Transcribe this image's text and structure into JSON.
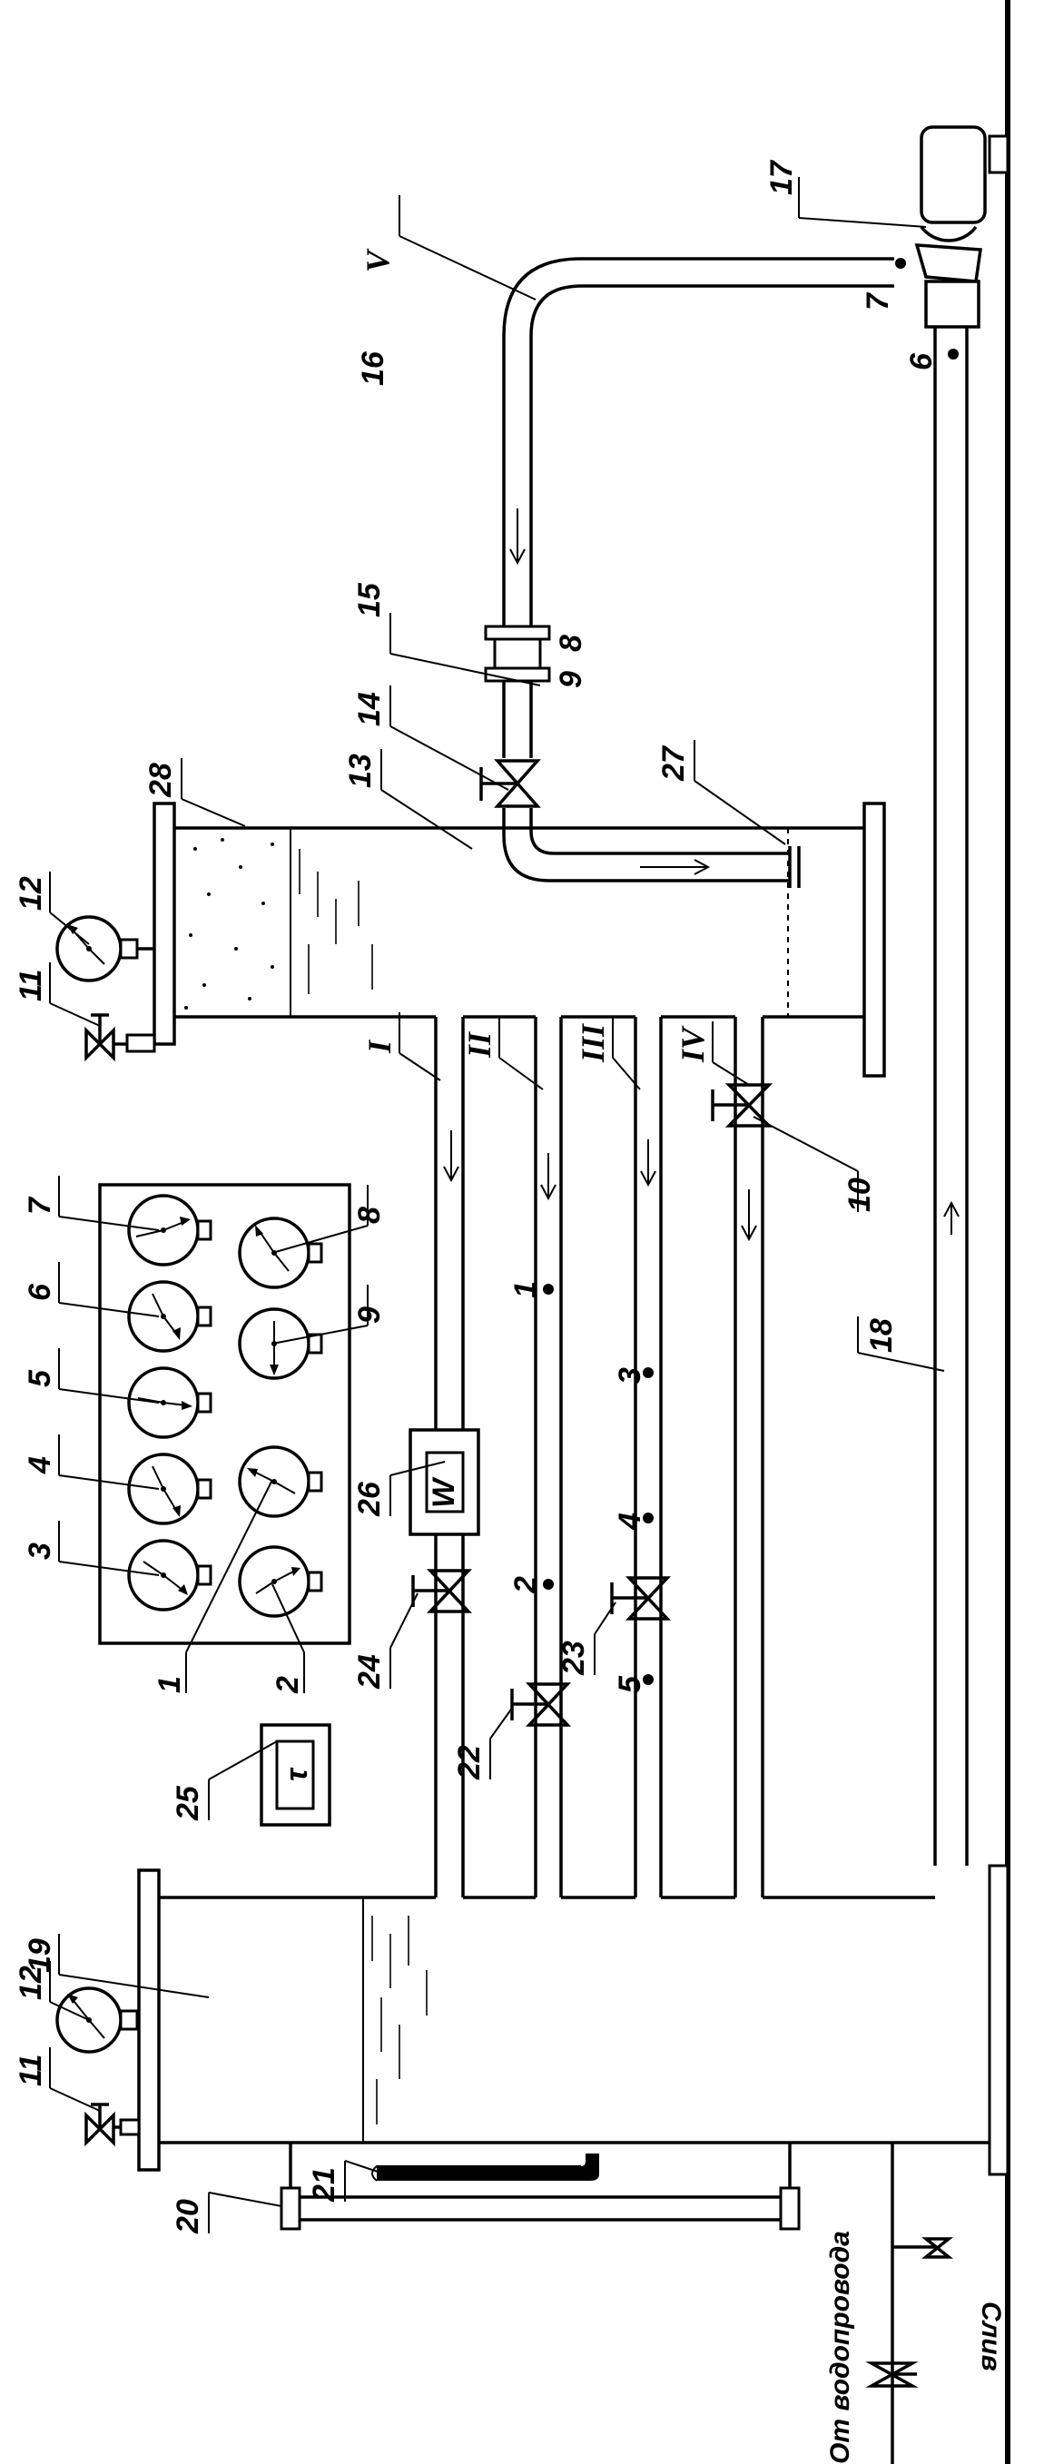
{
  "labels": {
    "n1": "1",
    "n2": "2",
    "n3": "3",
    "n4": "4",
    "n5": "5",
    "n6": "6",
    "n7": "7",
    "n8": "8",
    "n9": "9",
    "n10": "10",
    "n11": "11",
    "n12": "12",
    "n13": "13",
    "n14": "14",
    "n15": "15",
    "n16": "16",
    "n17": "17",
    "n18": "18",
    "n19": "19",
    "n20": "20",
    "n21": "21",
    "n22": "22",
    "n23": "23",
    "n24": "24",
    "n25": "25",
    "n26": "26",
    "n27": "27",
    "n28": "28"
  },
  "pipes": {
    "I": "I",
    "II": "II",
    "III": "III",
    "IV": "IV",
    "V": "V"
  },
  "instruments": {
    "wattmeter": "W",
    "timer": "τ"
  },
  "water_supply_label": "От водопровода",
  "drain_label": "Слив"
}
